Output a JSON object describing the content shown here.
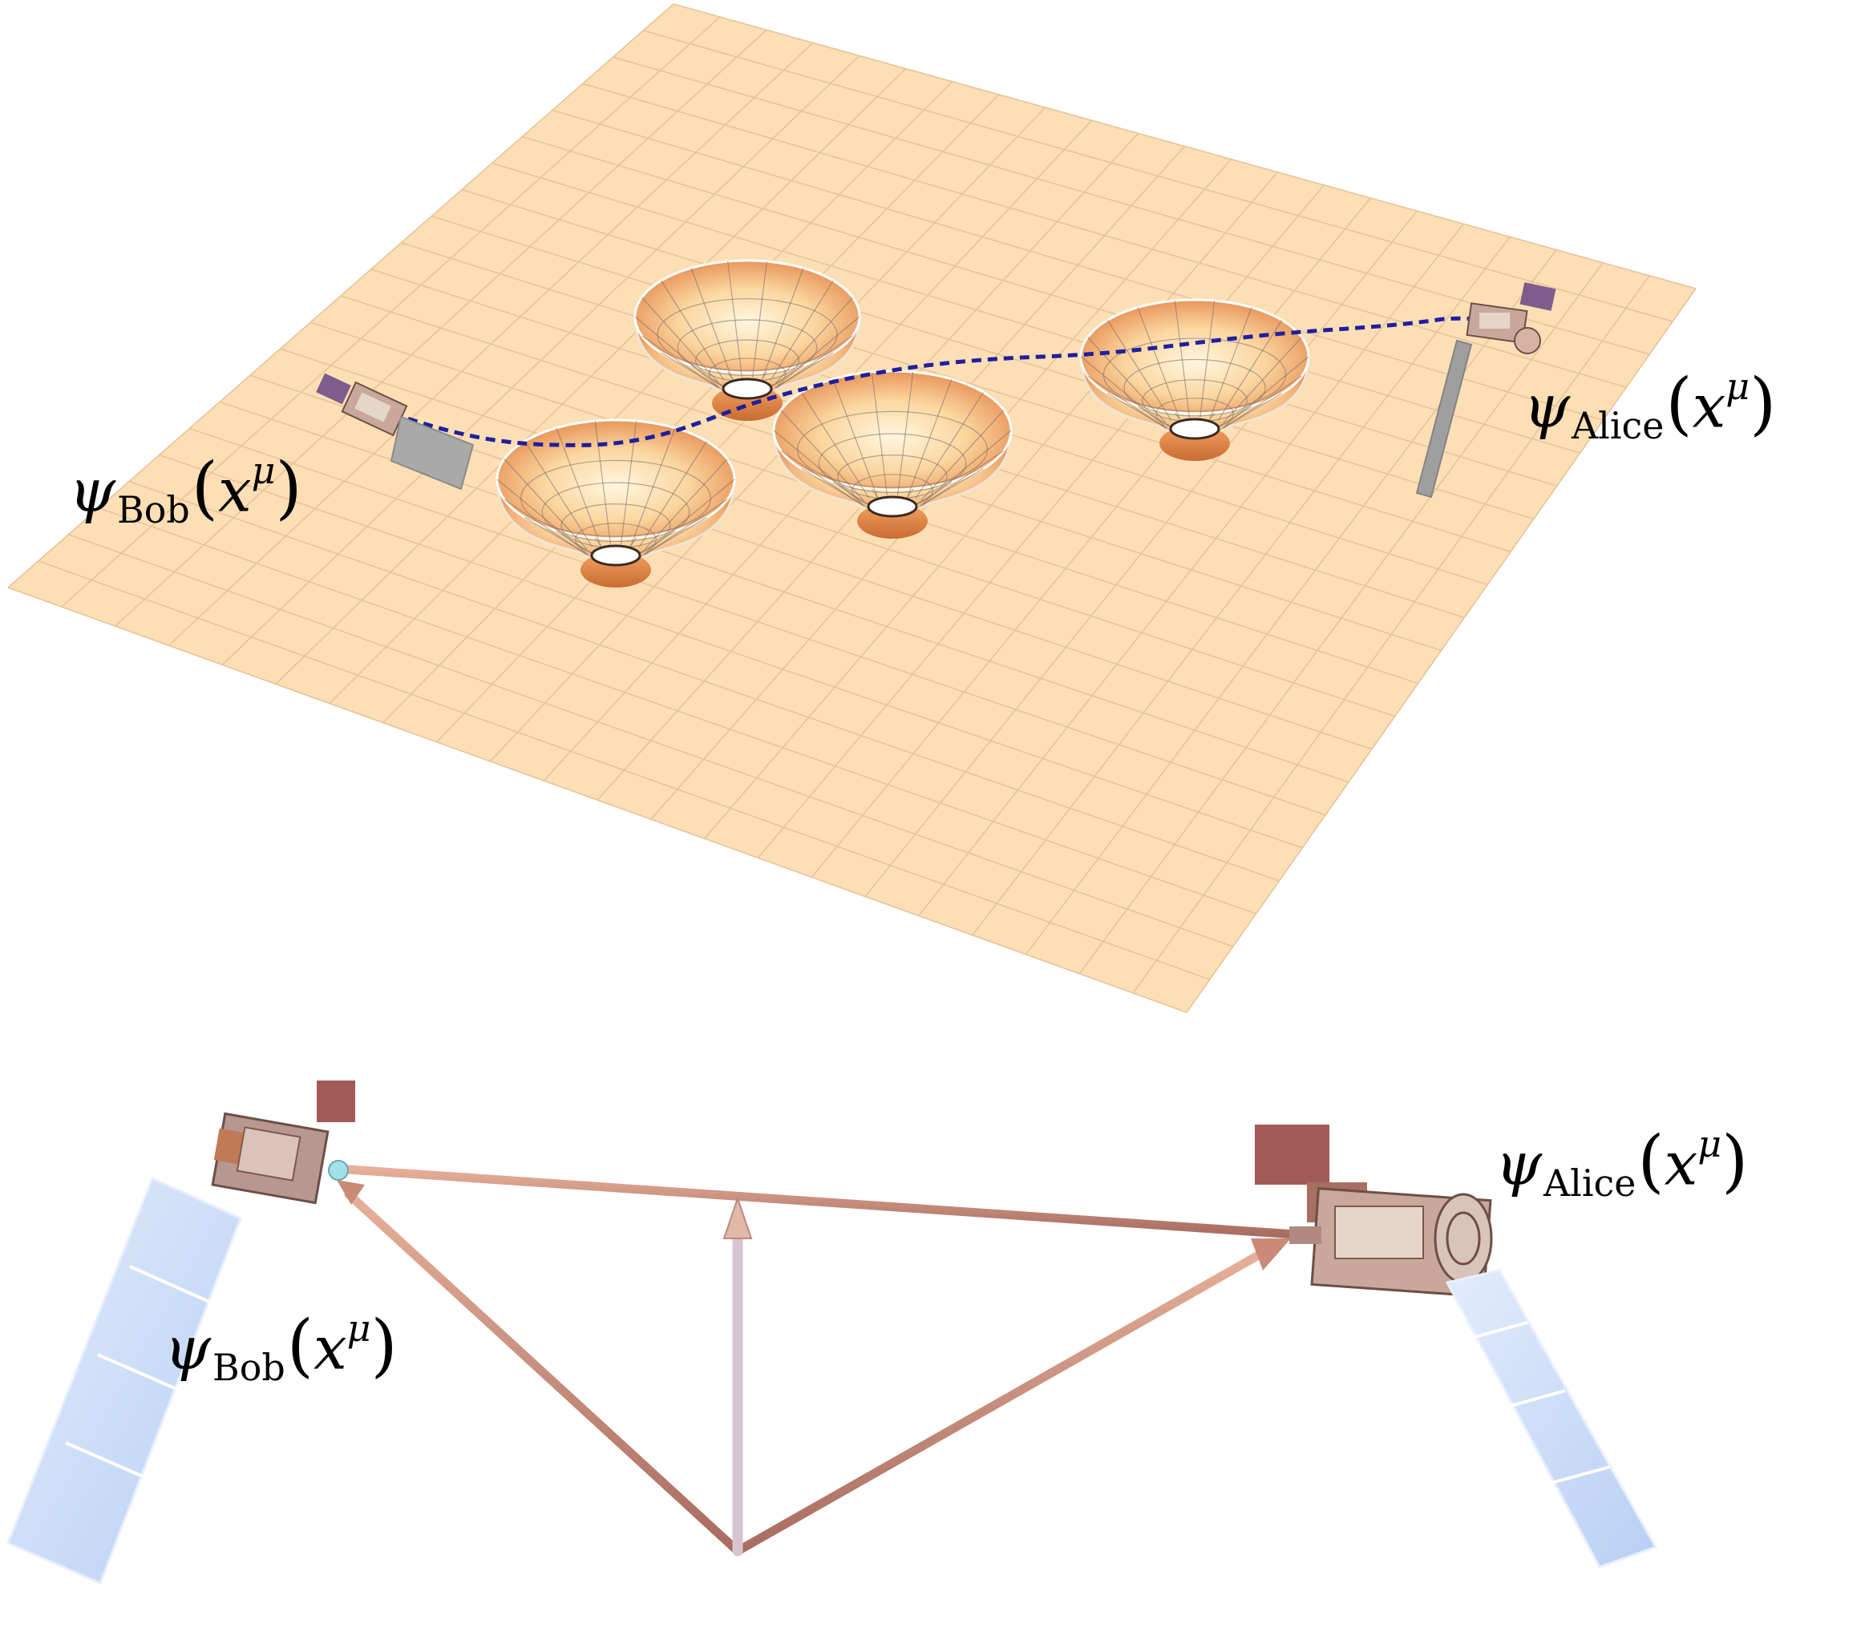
{
  "labels": {
    "bob_top": {
      "symbol": "ψ",
      "subscript": "Bob",
      "open": "(",
      "var": "x",
      "superscript": "μ",
      "close": ")"
    },
    "alice_top": {
      "symbol": "ψ",
      "subscript": "Alice",
      "open": "(",
      "var": "x",
      "superscript": "μ",
      "close": ")"
    },
    "alice_bot": {
      "symbol": "ψ",
      "subscript": "Alice",
      "open": "(",
      "var": "x",
      "superscript": "μ",
      "close": ")"
    },
    "bob_bot": {
      "symbol": "ψ",
      "subscript": "Bob",
      "open": "(",
      "var": "x",
      "superscript": "μ",
      "close": ")"
    }
  },
  "colors": {
    "sheet": "#fddfb5",
    "grid": "#e6c39a",
    "well_light": "#fff6dc",
    "well_dark": "#e08a4c",
    "path": "#1f1f9e",
    "beam": "#c98a78",
    "panel": "#cfe0fa",
    "body": "#b07a6e"
  }
}
